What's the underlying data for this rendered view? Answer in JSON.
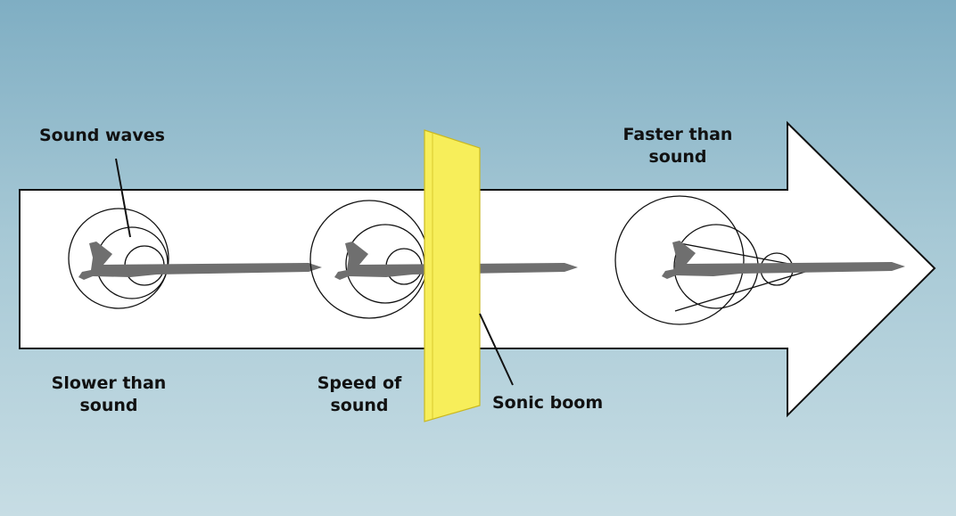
{
  "labels": {
    "sound_waves": "Sound waves",
    "slower_line1": "Slower than",
    "slower_line2": "sound",
    "speed_line1": "Speed of",
    "speed_line2": "sound",
    "faster_line1": "Faster than",
    "faster_line2": "sound",
    "sonic_boom": "Sonic boom"
  },
  "colors": {
    "arrow_fill": "#ffffff",
    "outline": "#111111",
    "plane": "#6f6f6f",
    "barrier": "#f7ee5a",
    "barrier_edge": "#d9c92e"
  }
}
